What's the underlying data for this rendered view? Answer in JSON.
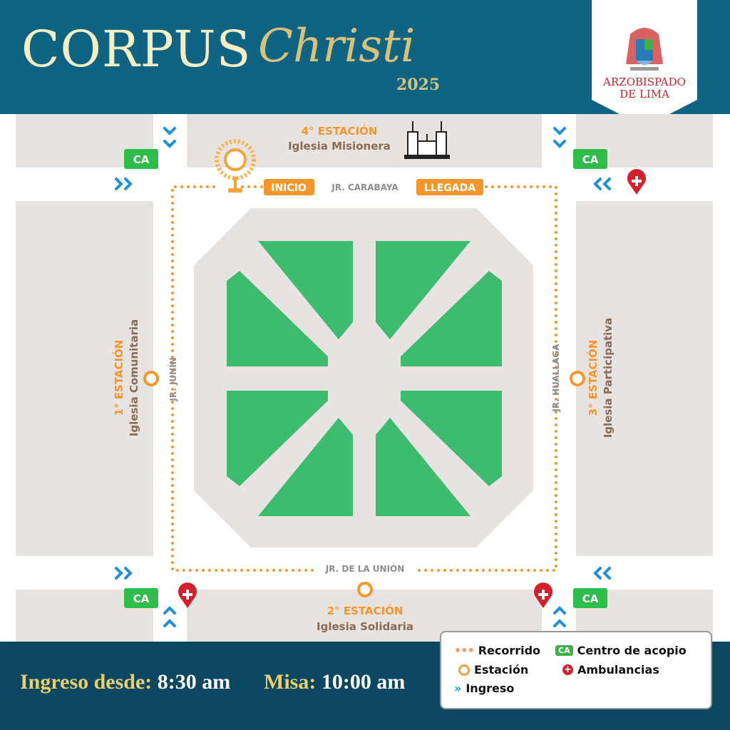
{
  "header": {
    "title_main": "CORPUS",
    "title_script": "Christi",
    "year": "2025"
  },
  "logo": {
    "line1": "ARZOBISPADO",
    "line2": "DE LIMA"
  },
  "streets": {
    "north": "JR. CARABAYA",
    "south": "JR. DE LA UNIÓN",
    "west": "JR. JUNÍN",
    "east": "JR. HUALLAGA"
  },
  "route": {
    "start": "INICIO",
    "end": "LLEGADA"
  },
  "stations": [
    {
      "number": "1° ESTACIÓN",
      "name": "Iglesia Comunitaria"
    },
    {
      "number": "2° ESTACIÓN",
      "name": "Iglesia Solidaria"
    },
    {
      "number": "3° ESTACIÓN",
      "name": "Iglesia Participativa"
    },
    {
      "number": "4° ESTACIÓN",
      "name": "Iglesia Misionera"
    }
  ],
  "markers": {
    "ca": "CA",
    "ingreso_right": ">>",
    "ingreso_left": "<<",
    "ingreso_down": "v v",
    "ingreso_up": "^ ^"
  },
  "footer": {
    "ingreso_label": "Ingreso desde:",
    "ingreso_time": "8:30 am",
    "misa_label": "Misa:",
    "misa_time": "10:00 am"
  },
  "legend": {
    "recorrido": "Recorrido",
    "ca_chip": "CA",
    "centro": "Centro de acopio",
    "estacion": "Estación",
    "ambulancias": "Ambulancias",
    "ingreso": "Ingreso"
  },
  "colors": {
    "header": "#0f6484",
    "orange": "#f5962a",
    "green": "#3dbb6e",
    "blue": "#1e90d6",
    "red": "#d41f2c",
    "block": "#e6e3e1"
  }
}
